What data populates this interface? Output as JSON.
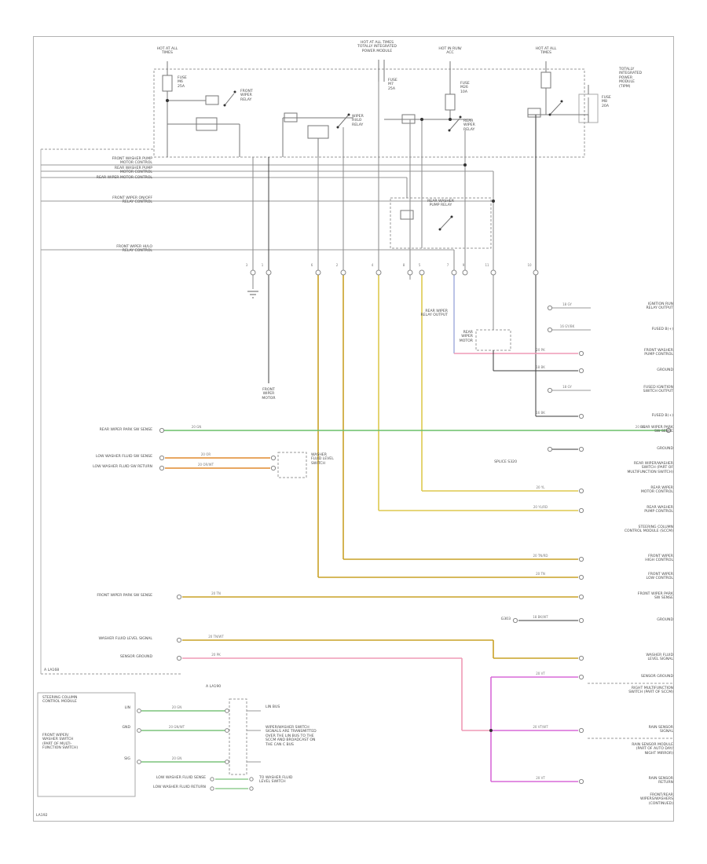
{
  "power": {
    "p1": "HOT AT ALL\nTIMES",
    "p2": "HOT AT ALL TIMES\nTOTALLY INTEGRATED\nPOWER MODULE",
    "p3": "HOT IN RUN/\nACC",
    "p4": "HOT AT ALL\nTIMES"
  },
  "tipm": {
    "name": "TOTALLY\nINTEGRATED\nPOWER\nMODULE\n(TIPM)",
    "fuse1": "FUSE\nM6\n25A",
    "fuse2": "FUSE\nM7\n25A",
    "fuse3": "FUSE\nM26\n10A",
    "fuse4": "FUSE\nM8\n20A",
    "relay1": "FRONT\nWIPER\nRELAY",
    "relay2": "WIPER\nHI/LO\nRELAY",
    "relay3": "REAR\nWIPER\nRELAY",
    "relay4": "REAR WASHER\nPUMP RELAY"
  },
  "left_labels": [
    "FRONT WASHER PUMP\nMOTOR CONTROL",
    "REAR WASHER PUMP\nMOTOR CONTROL",
    "REAR WIPER MOTOR CONTROL",
    "FRONT WIPER ON/OFF\nRELAY CONTROL",
    "FRONT WIPER HI/LO\nRELAY CONTROL",
    "REAR WIPER PARK SW SENSE",
    "LOW WASHER FLUID SW SENSE",
    "LOW WASHER FLUID SW RETURN",
    "FRONT WIPER PARK SW SENSE",
    "WASHER FLUID LEVEL SIGNAL",
    "SENSOR GROUND"
  ],
  "right_rows": [
    "IGNITION RUN\nRELAY OUTPUT",
    "FUSED B(+)",
    "FRONT WASHER\nPUMP CONTROL",
    "GROUND",
    "FUSED IGNITION\nSWITCH OUTPUT",
    "FUSED B(+)",
    "REAR WIPER PARK\nSW SENSE",
    "GROUND",
    "REAR WIPER\nMOTOR CONTROL",
    "REAR WASHER\nPUMP CONTROL",
    "FRONT WIPER\nHIGH CONTROL",
    "FRONT WIPER\nLOW CONTROL",
    "FRONT WIPER PARK\nSW SENSE",
    "GROUND",
    "WASHER FLUID\nLEVEL SIGNAL",
    "SENSOR GROUND",
    "RAIN SENSOR\nSIGNAL",
    "RAIN SENSOR\nRETURN"
  ],
  "right_blocks": [
    "REAR WIPER/WASHER\nSWITCH (PART OF\nMULTIFUNCTION SWITCH)",
    "STEERING COLUMN\nCONTROL MODULE (SCCM)",
    "RIGHT MULTIFUNCTION\nSWITCH (PART OF SCCM)",
    "RAIN SENSOR MODULE\n(PART OF AUTO DAY/\nNIGHT MIRROR)",
    "FRONT/REAR\nWIPERS/WASHERS\n(CONTINUED)"
  ],
  "components": {
    "front_wiper_motor": "FRONT\nWIPER\nMOTOR",
    "rear_wiper_motor": "REAR\nWIPER\nMOTOR",
    "rear_relay_output": "REAR WIPER\nRELAY OUTPUT",
    "splice": "SPLICE S320",
    "washer_fluid_switch": "WASHER\nFLUID LEVEL\nSWITCH",
    "ground_left": "G303"
  },
  "bottom": {
    "module_title": "STEERING COLUMN\nCONTROL MODULE",
    "module_text": "FRONT WIPER/\nWASHER SWITCH\n(PART OF MULTI-\nFUNCTION SWITCH)",
    "pin1": "LIN",
    "pin2": "GND",
    "pin3": "SIG",
    "lin_bus": "LIN BUS",
    "note": "WIPER/WASHER SWITCH\nSIGNALS ARE TRANSMITTED\nOVER THE LIN BUS TO THE\nSCCM AND BROADCAST ON\nTHE CAN C BUS",
    "row1": "LOW WASHER FLUID SENSE",
    "row2": "LOW WASHER FLUID RETURN",
    "row_right": "TO WASHER FLUID\nLEVEL SWITCH"
  },
  "refs": {
    "a1": "A LA168",
    "a2": "A LA190",
    "page": "LA192"
  },
  "wire_tags": [
    "20 GN",
    "20 GN",
    "20 OR",
    "20 OR/WT",
    "20 TN",
    "20 TN/WT",
    "20 PK",
    "20 YL",
    "20 YL/RD",
    "20 TN/RD",
    "20 TN",
    "20 PK",
    "18 BK",
    "16 BK",
    "18 BK/WT",
    "20 VT",
    "20 VT/WT",
    "20 VT",
    "18 GY",
    "16 GY/BK",
    "18 GY",
    "20 GN",
    "20 GN/WT",
    "20 GN"
  ],
  "ring_numbers": [
    "3",
    "1",
    "6",
    "2",
    "4",
    "8",
    "5",
    "7",
    "9",
    "11",
    "10"
  ],
  "colors": {
    "green": "#6abf69",
    "yellow": "#ddc94f",
    "tan": "#c9a227",
    "orange": "#e08a2e",
    "pink": "#ef9ab5",
    "magenta": "#d86ad8",
    "blue": "#aab4e0",
    "gray": "#999999",
    "black": "#3a3a3a"
  }
}
